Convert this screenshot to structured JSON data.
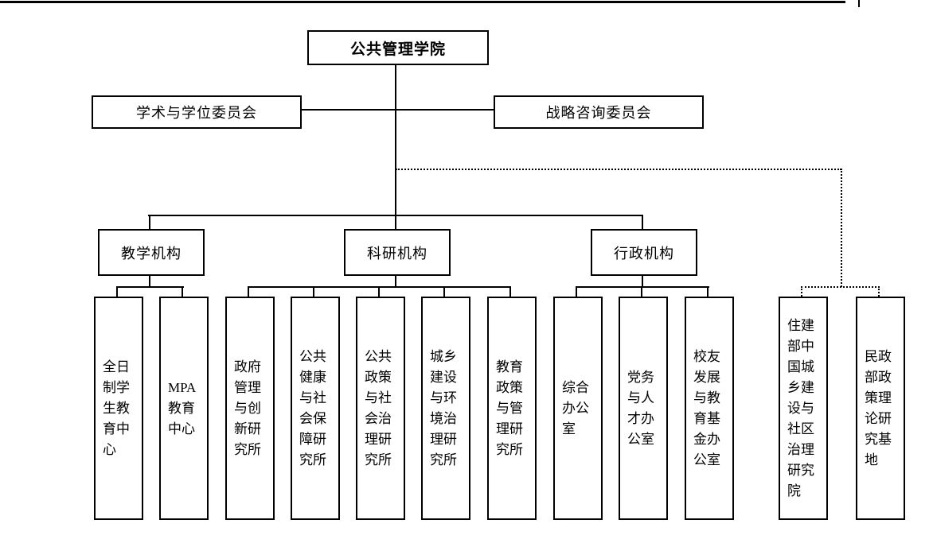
{
  "colors": {
    "background": "#ffffff",
    "line": "#000000",
    "text": "#000000"
  },
  "root": {
    "label": "公共管理学院"
  },
  "committees": {
    "left": {
      "label": "学术与学位委员会"
    },
    "right": {
      "label": "战略咨询委员会"
    }
  },
  "categories": {
    "teaching": {
      "label": "教学机构"
    },
    "research": {
      "label": "科研机构"
    },
    "admin": {
      "label": "行政机构"
    }
  },
  "units": {
    "teaching": [
      {
        "label": "全日制学生教育中心"
      },
      {
        "label": "MPA教育中心"
      }
    ],
    "research": [
      {
        "label": "政府管理与创新研究所"
      },
      {
        "label": "公共健康与社会保障研究所"
      },
      {
        "label": "公共政策与社会治理研究所"
      },
      {
        "label": "城乡建设与环境治理研究所"
      },
      {
        "label": "教育政策与管理研究所"
      }
    ],
    "admin": [
      {
        "label": "综合办公室"
      },
      {
        "label": "党务与人才办公室"
      },
      {
        "label": "校友发展与教育基金办公室"
      }
    ]
  },
  "affiliated": {
    "connection_style": "dotted",
    "items": [
      {
        "label": "住建部中国城乡建设与社区治理研究院"
      },
      {
        "label": "民政部政策理论研究基地"
      }
    ]
  }
}
